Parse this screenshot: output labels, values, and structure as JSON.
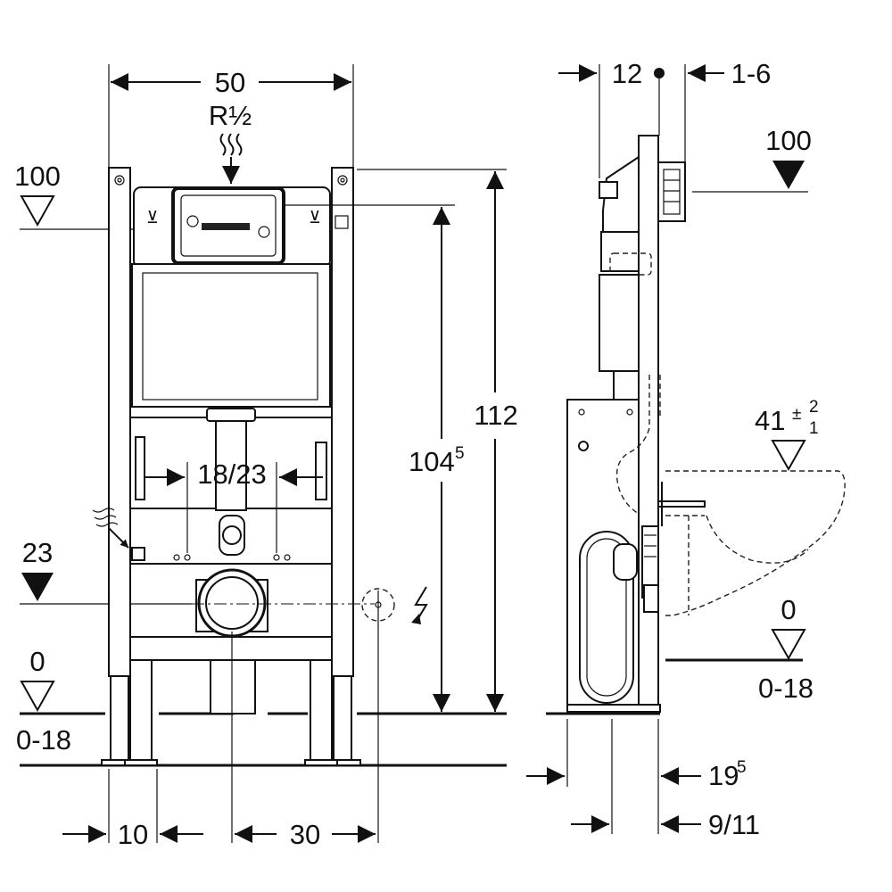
{
  "front_view": {
    "width_dim": "50",
    "inlet_label": "R½",
    "height_total_dim": "112",
    "height_actuator_dim": "104",
    "height_actuator_sup": "5",
    "inner_width_dim": "18/23",
    "left_level_top": "100",
    "left_level_mid": "23",
    "left_level_floor": "0",
    "left_level_range": "0-18",
    "bottom_dim_left": "10",
    "bottom_dim_center": "30"
  },
  "side_view": {
    "depth_top_left": "12",
    "depth_top_right": "1-6",
    "right_level_top": "100",
    "bowl_height_main": "41",
    "bowl_height_plus": "2",
    "bowl_height_minus": "1",
    "right_level_floor": "0",
    "right_level_range": "0-18",
    "bottom_dim_upper": "19",
    "bottom_dim_upper_sup": "5",
    "bottom_dim_lower": "9/11"
  },
  "icons": {
    "water_inlet": "water-wave-icon",
    "electric": "lightning-icon",
    "level_marker": "triangle-level-icon"
  }
}
